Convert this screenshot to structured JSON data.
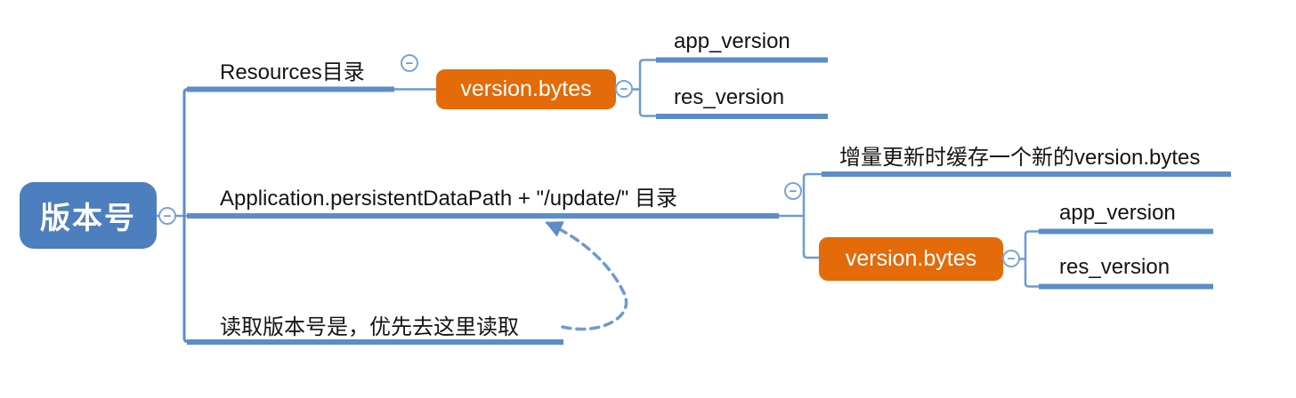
{
  "diagram": {
    "root": {
      "label": "版本号"
    },
    "branches": [
      {
        "label": "Resources目录",
        "children": [
          {
            "label": "version.bytes",
            "children": [
              {
                "label": "app_version"
              },
              {
                "label": "res_version"
              }
            ]
          }
        ]
      },
      {
        "label": "Application.persistentDataPath + \"/update/\" 目录",
        "children": [
          {
            "label": "增量更新时缓存一个新的version.bytes"
          },
          {
            "label": "version.bytes",
            "children": [
              {
                "label": "app_version"
              },
              {
                "label": "res_version"
              }
            ]
          }
        ]
      },
      {
        "label": "读取版本号是，优先去这里读取"
      }
    ]
  },
  "glyphs": {
    "collapse": "−"
  },
  "colors": {
    "root_blue": "#4d7ebd",
    "line_blue": "#5b8dc8",
    "thin_line_blue": "#6d9ad3",
    "topic_orange": "#e36b09",
    "text_black": "#141414"
  }
}
